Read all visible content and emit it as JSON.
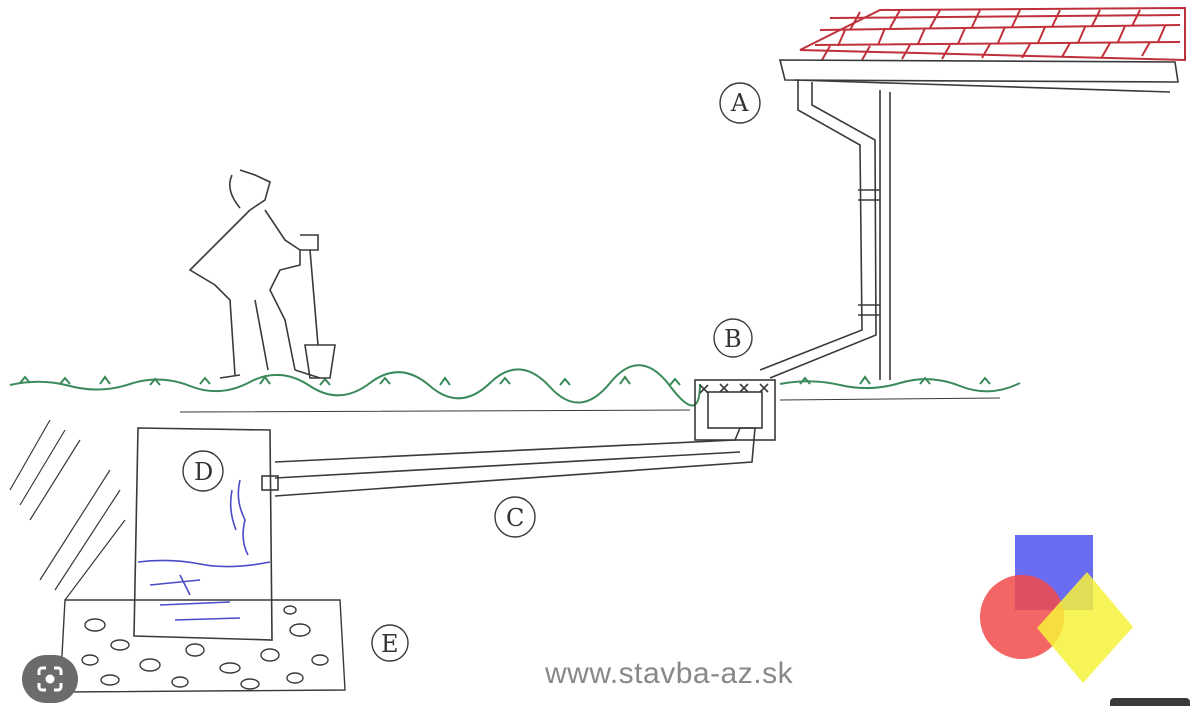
{
  "labels": {
    "a": "A",
    "b": "B",
    "c": "C",
    "d": "D",
    "e": "E"
  },
  "watermark": {
    "url": "www.stavba-az.sk",
    "logo_colors": {
      "blue_square": "#5a5cf0",
      "red_circle": "#f24a4a",
      "yellow_diamond": "#f6f23a",
      "green_overlap": "#3fd85a",
      "magenta_overlap": "#e84ae0"
    }
  },
  "colors": {
    "ink": "#3a3a3a",
    "roof_tiles": "#c0303a",
    "grass": "#3a8a5a",
    "water": "#4a4ac8"
  },
  "overlay": {
    "lens_icon": "google-lens-icon"
  }
}
